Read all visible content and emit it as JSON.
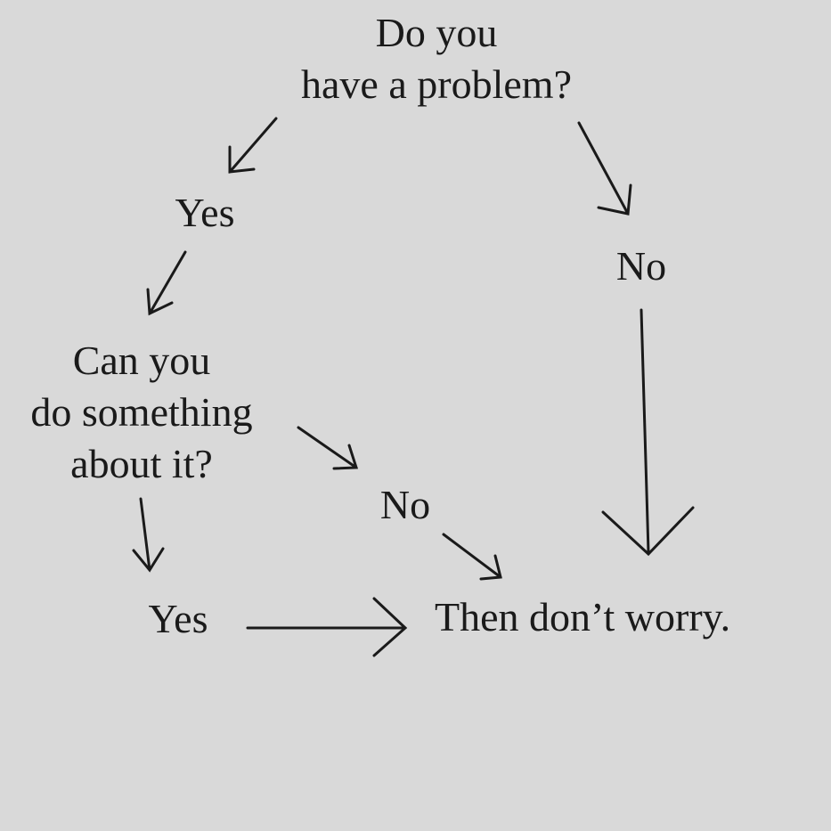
{
  "question1": [
    "Do you",
    "have a problem?"
  ],
  "yes1": "Yes",
  "no1": "No",
  "question2": [
    "Can you",
    "do something",
    "about it?"
  ],
  "no2": "No",
  "yes2": "Yes",
  "conclusion": "Then don’t worry."
}
